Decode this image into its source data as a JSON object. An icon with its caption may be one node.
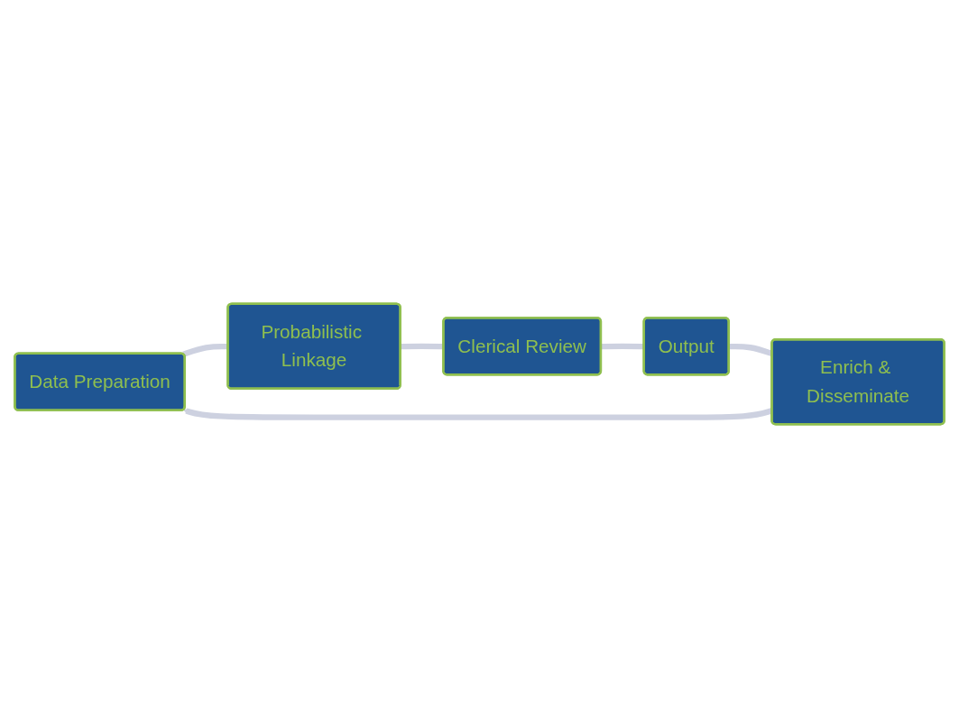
{
  "diagram": {
    "nodes": [
      {
        "text": [
          "Data Preparation"
        ]
      },
      {
        "text": [
          "Probabilistic Linkage"
        ]
      },
      {
        "text": [
          "Clerical Review"
        ]
      },
      {
        "text": [
          "Output"
        ]
      },
      {
        "text": [
          "Enrich & Disseminate"
        ]
      }
    ],
    "edges": [
      {
        "from": 0,
        "to": 1,
        "arrow": "none"
      },
      {
        "from": 1,
        "to": 2,
        "arrow": "none"
      },
      {
        "from": 2,
        "to": 3,
        "arrow": "none"
      },
      {
        "from": 3,
        "to": 4,
        "arrow": "none"
      },
      {
        "from": 4,
        "to": 0,
        "arrow": "to"
      }
    ]
  }
}
